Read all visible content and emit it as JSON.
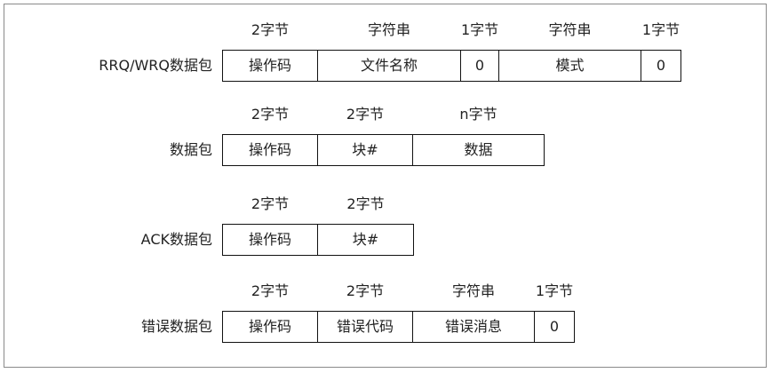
{
  "packets": [
    {
      "name": "RRQ/WRQ数据包",
      "fields": [
        {
          "label": "操作码",
          "size": "2字节"
        },
        {
          "label": "文件名称",
          "size": "字符串"
        },
        {
          "label": "0",
          "size": "1字节"
        },
        {
          "label": "模式",
          "size": "字符串"
        },
        {
          "label": "0",
          "size": "1字节"
        }
      ]
    },
    {
      "name": "数据包",
      "fields": [
        {
          "label": "操作码",
          "size": "2字节"
        },
        {
          "label": "块#",
          "size": "2字节"
        },
        {
          "label": "数据",
          "size": "n字节"
        }
      ]
    },
    {
      "name": "ACK数据包",
      "fields": [
        {
          "label": "操作码",
          "size": "2字节"
        },
        {
          "label": "块#",
          "size": "2字节"
        }
      ]
    },
    {
      "name": "错误数据包",
      "fields": [
        {
          "label": "操作码",
          "size": "2字节"
        },
        {
          "label": "错误代码",
          "size": "2字节"
        },
        {
          "label": "错误消息",
          "size": "字符串"
        },
        {
          "label": "0",
          "size": "1字节"
        }
      ]
    }
  ]
}
